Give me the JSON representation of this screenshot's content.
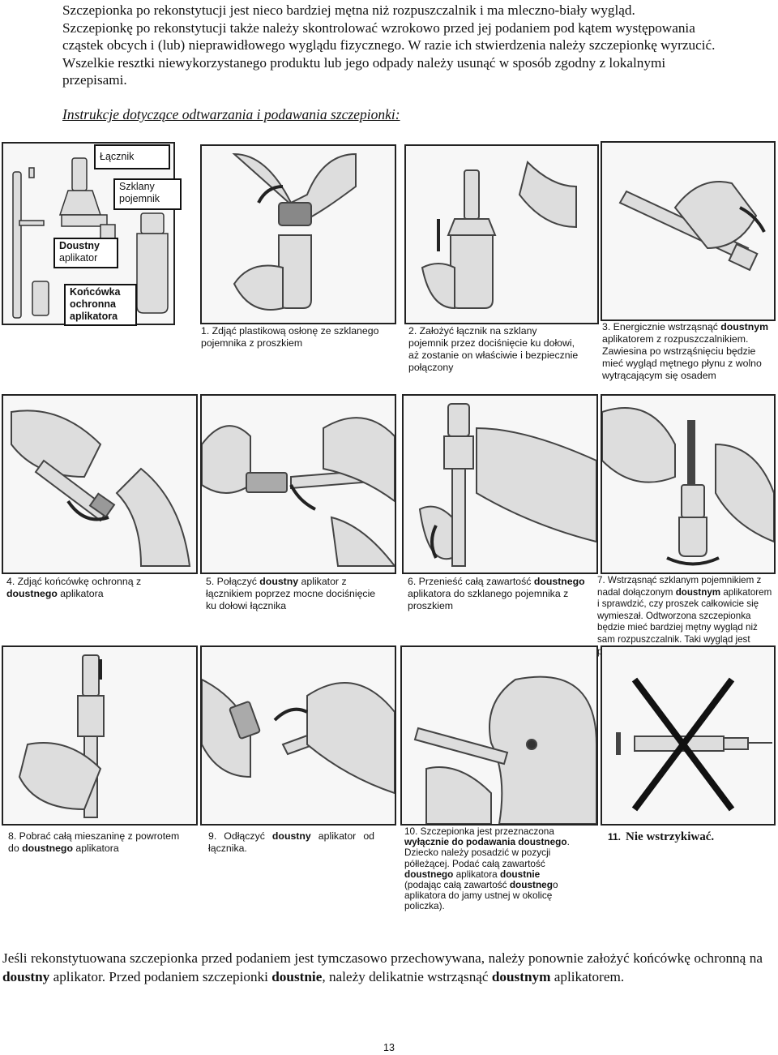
{
  "intro": {
    "line1": "Szczepionka po rekonstytucji jest nieco bardziej mętna niż rozpuszczalnik i ma mleczno-biały wygląd.",
    "line2": "Szczepionkę po rekonstytucji także należy skontrolować wzrokowo przed jej podaniem pod kątem występowania cząstek obcych i (lub) nieprawidłowego wyglądu fizycznego. W razie ich stwierdzenia należy szczepionkę wyrzucić. Wszelkie resztki niewykorzystanego produktu lub jego odpady należy usunąć w sposób zgodny z lokalnymi przepisami."
  },
  "section_title": "Instrukcje dotyczące odtwarzania i podawania szczepionki:",
  "labels": {
    "connector": "Łącznik",
    "glass_vial": "Szklany pojemnik",
    "oral_applicator_a": "Doustny",
    "oral_applicator_b": "aplikator",
    "tip_cap_a": "Końcówka",
    "tip_cap_b": "ochronna",
    "tip_cap_c": "aplikatora"
  },
  "steps": {
    "s1": "1. Zdjąć plastikową osłonę ze szklanego pojemnika z proszkiem",
    "s2": "2. Założyć łącznik na szklany pojemnik przez dociśnięcie ku dołowi, aż zostanie on właściwie i bezpiecznie połączony",
    "s3_a": "3. Energicznie wstrząsnąć ",
    "s3_b": "doustnym",
    "s3_c": " aplikatorem z rozpuszczalnikiem. Zawiesina po wstrząśnięciu będzie mieć wygląd mętnego płynu z wolno wytrącającym się osadem",
    "s4_a": "4. Zdjąć końcówkę ochronną z ",
    "s4_b": "doustnego",
    "s4_c": " aplikatora",
    "s5_a": "5. Połączyć ",
    "s5_b": "doustny",
    "s5_c": " aplikator z łącznikiem poprzez mocne dociśnięcie ku dołowi łącznika",
    "s6_a": "6. Przenieść całą zawartość ",
    "s6_b": "doustnego",
    "s6_c": " aplikatora do szklanego pojemnika z proszkiem",
    "s7_a": "7. Wstrząsnąć szklanym pojemnikiem z nadal dołączonym ",
    "s7_b": "doustnym",
    "s7_c": " aplikatorem i sprawdzić, czy proszek całkowicie się wymieszał. Odtworzona szczepionka będzie mieć bardziej mętny wygląd niż sam rozpuszczalnik. Taki wygląd jest prawidłowy",
    "s8_a": "8. Pobrać całą mieszaninę z powrotem do ",
    "s8_b": "doustnego",
    "s8_c": " aplikatora",
    "s9_a": "9. Odłączyć ",
    "s9_b": "doustny",
    "s9_c": " aplikator od łącznika.",
    "s10_a": "10. Szczepionka jest przeznaczona ",
    "s10_b": "wyłącznie do podawania doustnego",
    "s10_c": ". Dziecko należy posadzić w pozycji półleżącej. Podać całą zawartość ",
    "s10_d": "doustnego",
    "s10_e": " aplikatora ",
    "s10_f": "doustnie",
    "s10_g": " (podając całą zawartość ",
    "s10_h": "doustneg",
    "s10_i": "o aplikatora do jamy ustnej w okolicę policzka).",
    "s11_num": "11.",
    "s11_text": "Nie wstrzykiwać."
  },
  "footer": {
    "a": "Jeśli rekonstytuowana szczepionka przed podaniem jest tymczasowo przechowywana, należy ponownie założyć końcówkę ochronną na ",
    "b": "doustny",
    "c": " aplikator. Przed podaniem szczepionki ",
    "d": "doustnie",
    "e": ", należy delikatnie wstrząsnąć ",
    "f": "doustnym",
    "g": " aplikatorem."
  },
  "page_number": "13"
}
